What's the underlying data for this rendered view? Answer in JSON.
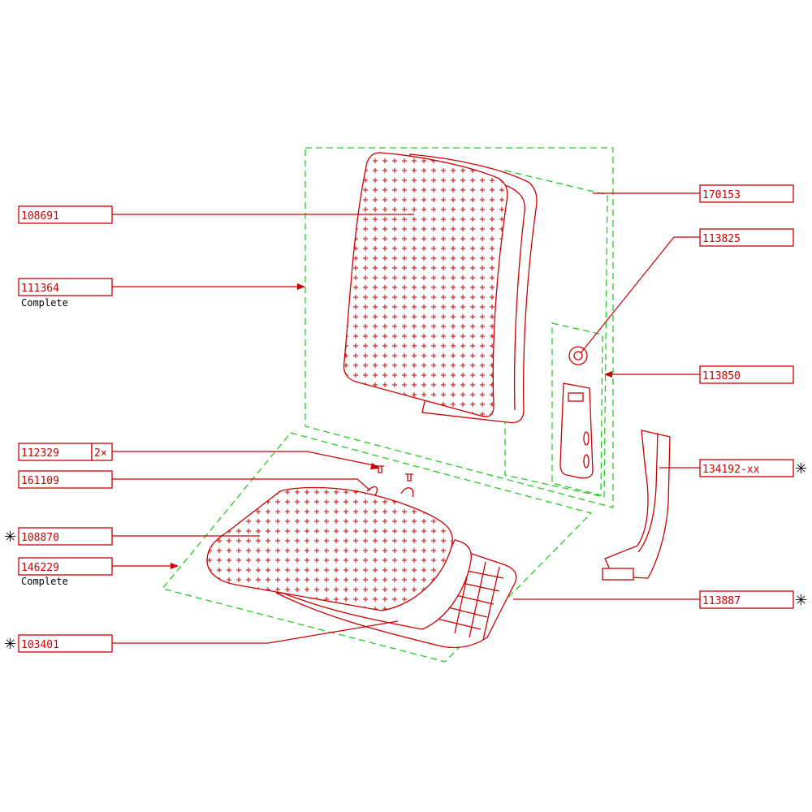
{
  "colors": {
    "part_lines": "#cc0000",
    "group_outline": "#22cc22",
    "text": "#000000"
  },
  "callouts": {
    "p170153": {
      "number": "170153"
    },
    "p113825": {
      "number": "113825"
    },
    "p113850": {
      "number": "113850"
    },
    "p134192": {
      "number": "134192-xx",
      "marker": "✳"
    },
    "p113887": {
      "number": "113887",
      "marker": "✳"
    },
    "p108691": {
      "number": "108691"
    },
    "p111364": {
      "number": "111364",
      "note": "Complete"
    },
    "p112329": {
      "number": "112329",
      "qty": "2×"
    },
    "p161109": {
      "number": "161109"
    },
    "p108870": {
      "number": "108870",
      "marker": "✳"
    },
    "p146229": {
      "number": "146229",
      "note": "Complete"
    },
    "p103401": {
      "number": "103401",
      "marker": "✳"
    }
  }
}
